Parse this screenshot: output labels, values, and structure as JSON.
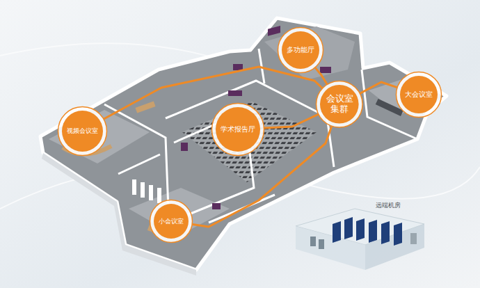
{
  "diagram": {
    "nodes": [
      {
        "text": [
          "多功能厅"
        ]
      },
      {
        "text": [
          "大会议室"
        ]
      },
      {
        "text": [
          "会议室 集群"
        ]
      },
      {
        "text": [
          "视频会议室"
        ]
      },
      {
        "text": [
          "学术报告厅"
        ]
      },
      {
        "text": [
          "小会议室"
        ]
      }
    ],
    "edges": [
      {
        "from": 0,
        "to": 2,
        "arrow": "none"
      },
      {
        "from": 1,
        "to": 2,
        "arrow": "none"
      },
      {
        "from": 3,
        "to": 2,
        "arrow": "none"
      },
      {
        "from": 4,
        "to": 2,
        "arrow": "none"
      },
      {
        "from": 5,
        "to": 2,
        "arrow": "none"
      }
    ],
    "labels": [
      "远端机房"
    ]
  }
}
